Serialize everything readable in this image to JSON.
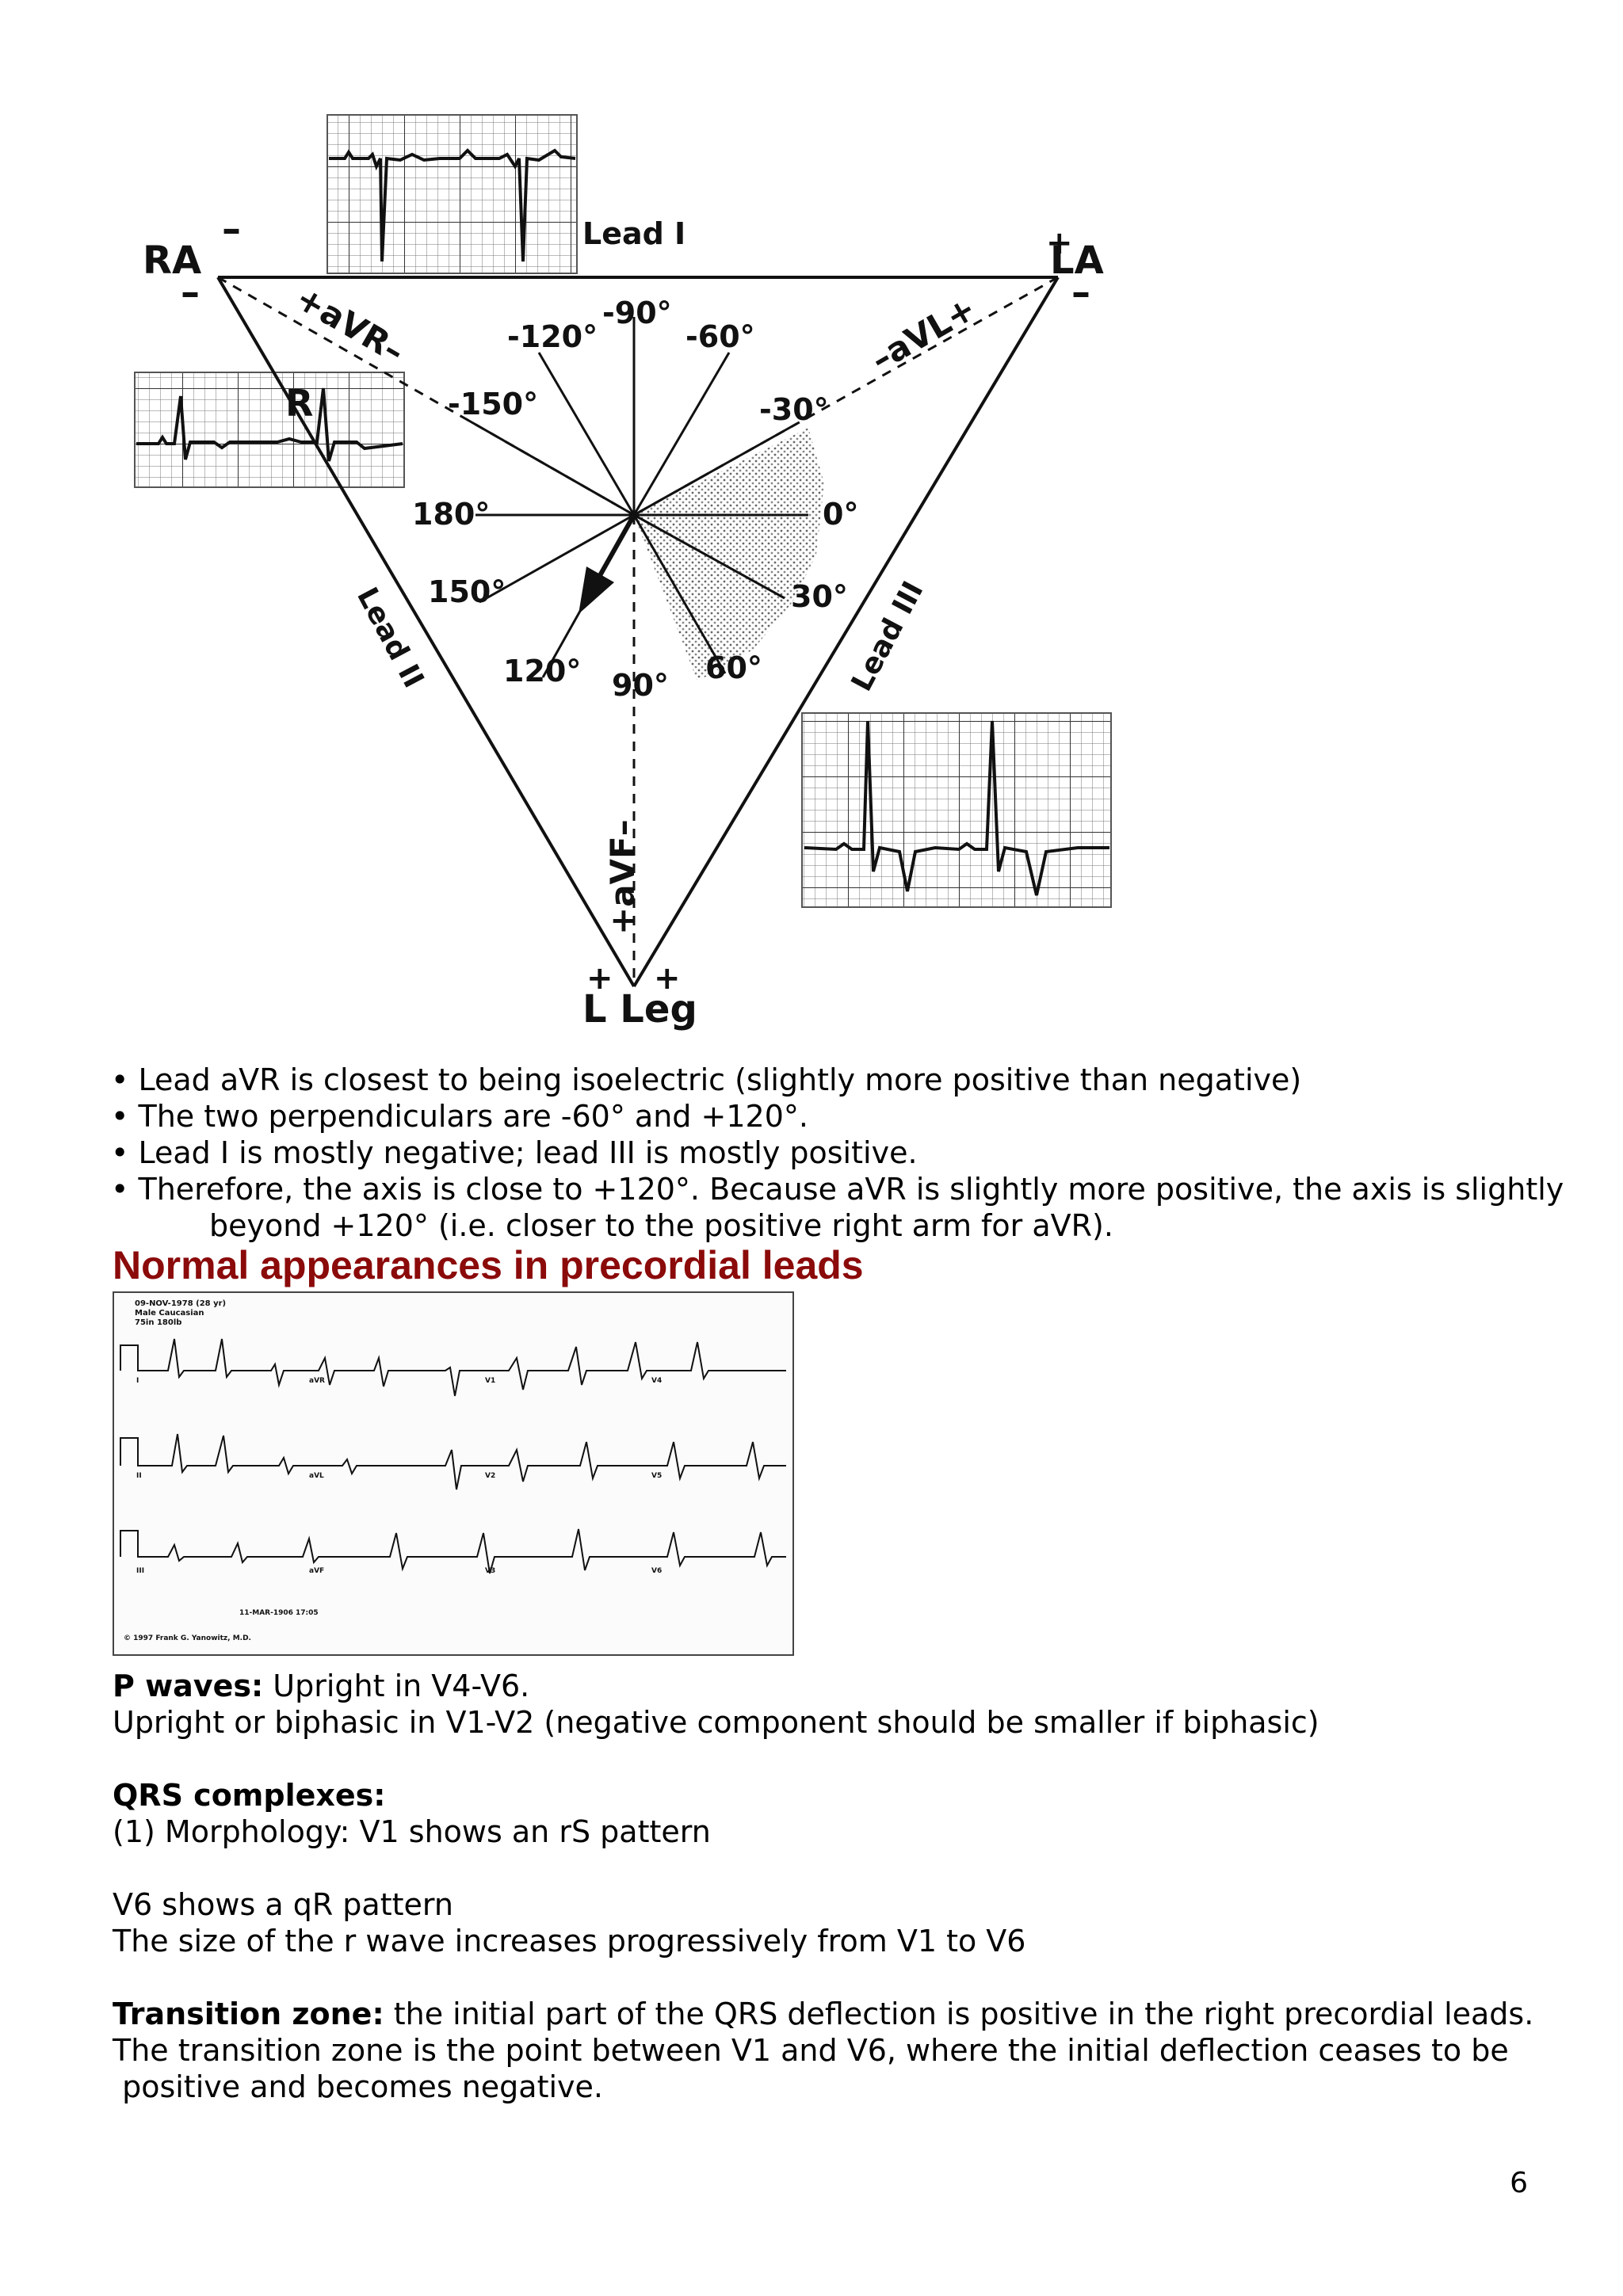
{
  "diagram": {
    "corners": {
      "ra": "RA",
      "la": "LA",
      "leg": "L Leg"
    },
    "polarity": {
      "ra_top": "–",
      "ra_bottom": "–",
      "la_top": "+",
      "la_bottom": "–",
      "leg_left": "+",
      "leg_right": "+"
    },
    "lead_labels": {
      "lead1": "Lead I",
      "lead2": "Lead II",
      "lead3": "Lead III",
      "avr": "+aVR–",
      "avl": "–aVL+",
      "avf": "+aVF–"
    },
    "strip_label_r": "R",
    "angles": [
      "-120°",
      "-90°",
      "-60°",
      "-150°",
      "-30°",
      "180°",
      "0°",
      "150°",
      "30°",
      "120°",
      "90°",
      "60°"
    ]
  },
  "bullets": [
    "• Lead aVR is closest to being isoelectric (slightly more positive than negative)",
    "• The two perpendiculars are -60° and +120°.",
    "• Lead I is mostly negative; lead III is mostly positive.",
    "• Therefore, the axis is close to +120°. Because aVR is slightly more positive, the axis is slightly",
    "beyond +120° (i.e. closer to the positive right arm for aVR)."
  ],
  "section_title": "Normal appearances in precordial leads",
  "ecg_figure": {
    "header_lines": [
      "09-NOV-1978 (28 yr)",
      "Male  Caucasian",
      "75in  180lb"
    ],
    "lead_labels": [
      "I",
      "aVR",
      "V1",
      "V4",
      "II",
      "aVL",
      "V2",
      "V5",
      "III",
      "aVF",
      "V3",
      "V6"
    ],
    "date_stamp": "11-MAR-1906   17:05",
    "copyright": "© 1997 Frank G. Yanowitz, M.D."
  },
  "text": {
    "p_waves_label": "P waves:",
    "p_waves_line1": " Upright in V4-V6.",
    "p_waves_line2": "Upright or biphasic in V1-V2 (negative component should be smaller if biphasic)",
    "qrs_label": "QRS complexes:",
    "qrs_line1": "(1) Morphology: V1 shows an rS pattern",
    "qrs_line2": "V6 shows a qR pattern",
    "qrs_line3": "The size of the r wave increases progressively from V1 to V6",
    "transition_label": "Transition zone:",
    "transition_line1": " the initial part of the QRS deflection is positive in the right precordial leads.",
    "transition_line2": "The transition zone is the point between V1 and V6, where the initial deflection ceases to be",
    "transition_line3": " positive and becomes negative."
  },
  "page_number": "6"
}
